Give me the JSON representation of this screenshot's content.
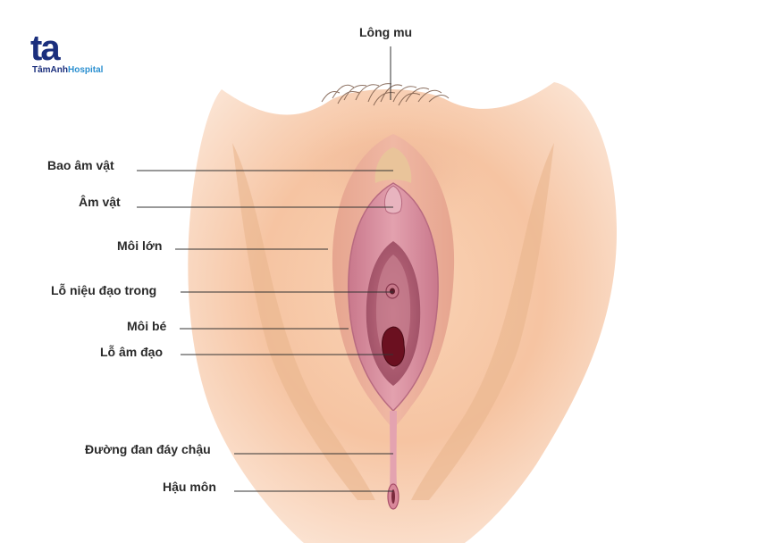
{
  "brand": {
    "mark": "ta",
    "name_part1": "TâmAnh",
    "name_part2": "Hospital",
    "primary_color": "#1b2f7d",
    "accent_color": "#2a8fd0"
  },
  "labels": {
    "pubic_hair": "Lông mu",
    "clitoral_hood": "Bao âm vật",
    "clitoris": "Âm vật",
    "labia_majora": "Môi lớn",
    "urethral_opening": "Lỗ niệu đạo trong",
    "labia_minora": "Môi bé",
    "vaginal_opening": "Lỗ âm đạo",
    "perineum": "Đường đan đáy chậu",
    "anus": "Hậu môn"
  },
  "colors": {
    "skin": "#f7c7a7",
    "skin_shadow": "#e5ad86",
    "pink": "#d98a98",
    "deep_pink": "#a9506a",
    "opening": "#6b1020",
    "line": "#333333"
  }
}
